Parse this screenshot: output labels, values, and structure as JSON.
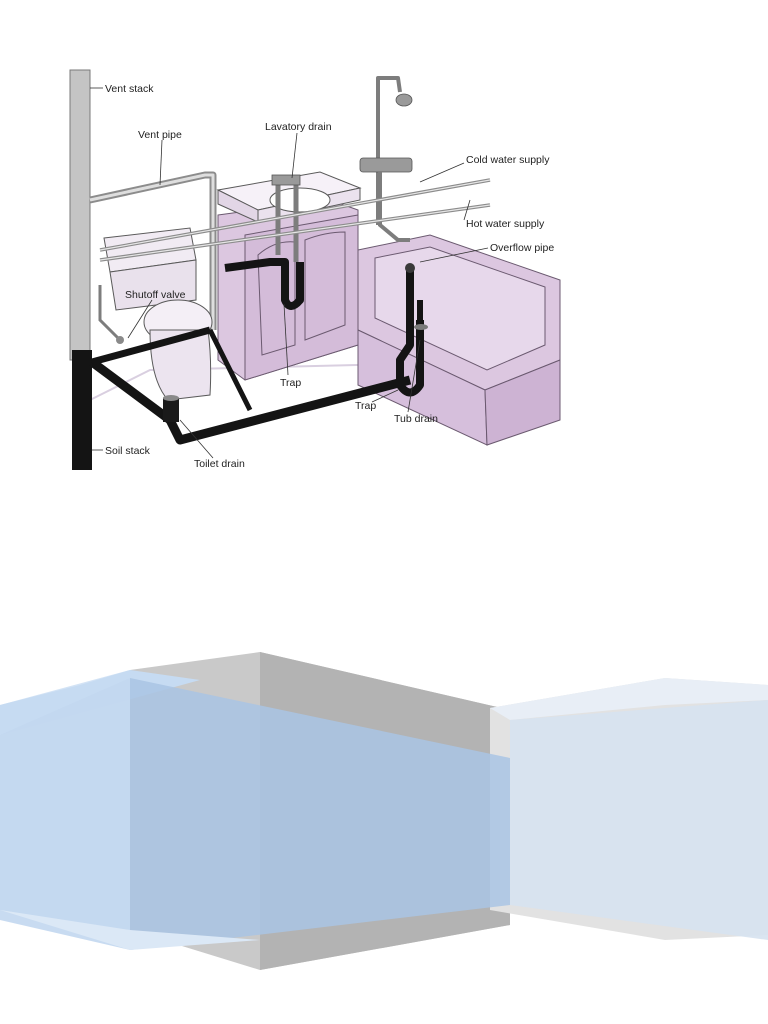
{
  "diagram": {
    "labels": {
      "vent_stack": "Vent stack",
      "vent_pipe": "Vent pipe",
      "lavatory_drain": "Lavatory drain",
      "cold_water_supply": "Cold water supply",
      "hot_water_supply": "Hot water supply",
      "overflow_pipe": "Overflow pipe",
      "shutoff_valve": "Shutoff valve",
      "trap_sink": "Trap",
      "trap_tub": "Trap",
      "tub_drain": "Tub drain",
      "soil_stack": "Soil stack",
      "toilet_drain": "Toilet drain"
    },
    "colors": {
      "fixture_purple": "#dcc7e0",
      "fixture_outline": "#6b5a70",
      "drain_black": "#141414",
      "vent_gray": "#bdbdbd",
      "supply_silver": "#9a9a9a"
    }
  },
  "banner": {
    "colors": {
      "light_blue": "#cfe0f3",
      "mid_blue": "#a9c4e4",
      "gray": "#c5c5c5",
      "dark_gray": "#b0b0b0"
    }
  }
}
